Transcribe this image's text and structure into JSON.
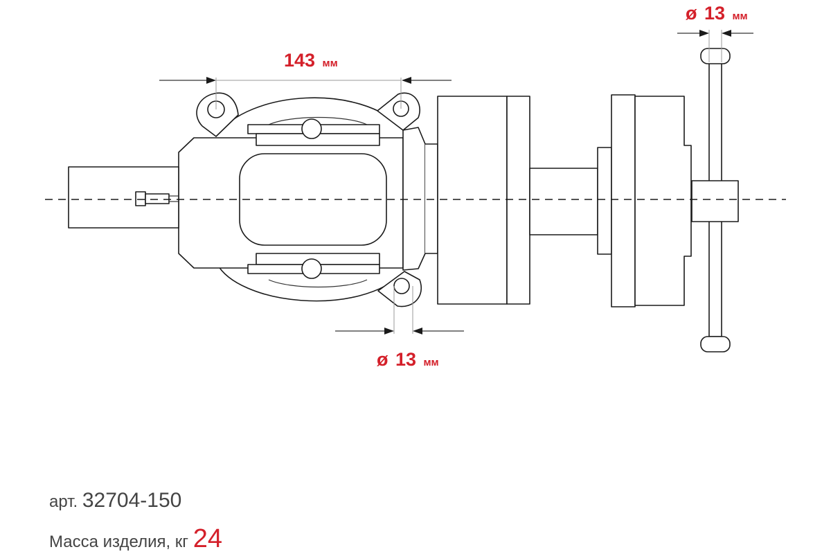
{
  "dimensions": {
    "jaw_width": {
      "value": "143",
      "unit": "мм"
    },
    "bolt_hole": {
      "symbol": "ø",
      "value": "13",
      "unit": "мм"
    },
    "handle": {
      "symbol": "ø",
      "value": "13",
      "unit": "мм"
    }
  },
  "info": {
    "article_label": "арт.",
    "article_value": "32704-150",
    "mass_label": "Масса изделия, кг",
    "mass_value": "24"
  },
  "colors": {
    "accent": "#d4202a",
    "line": "#1a1a1a",
    "text": "#444444"
  }
}
